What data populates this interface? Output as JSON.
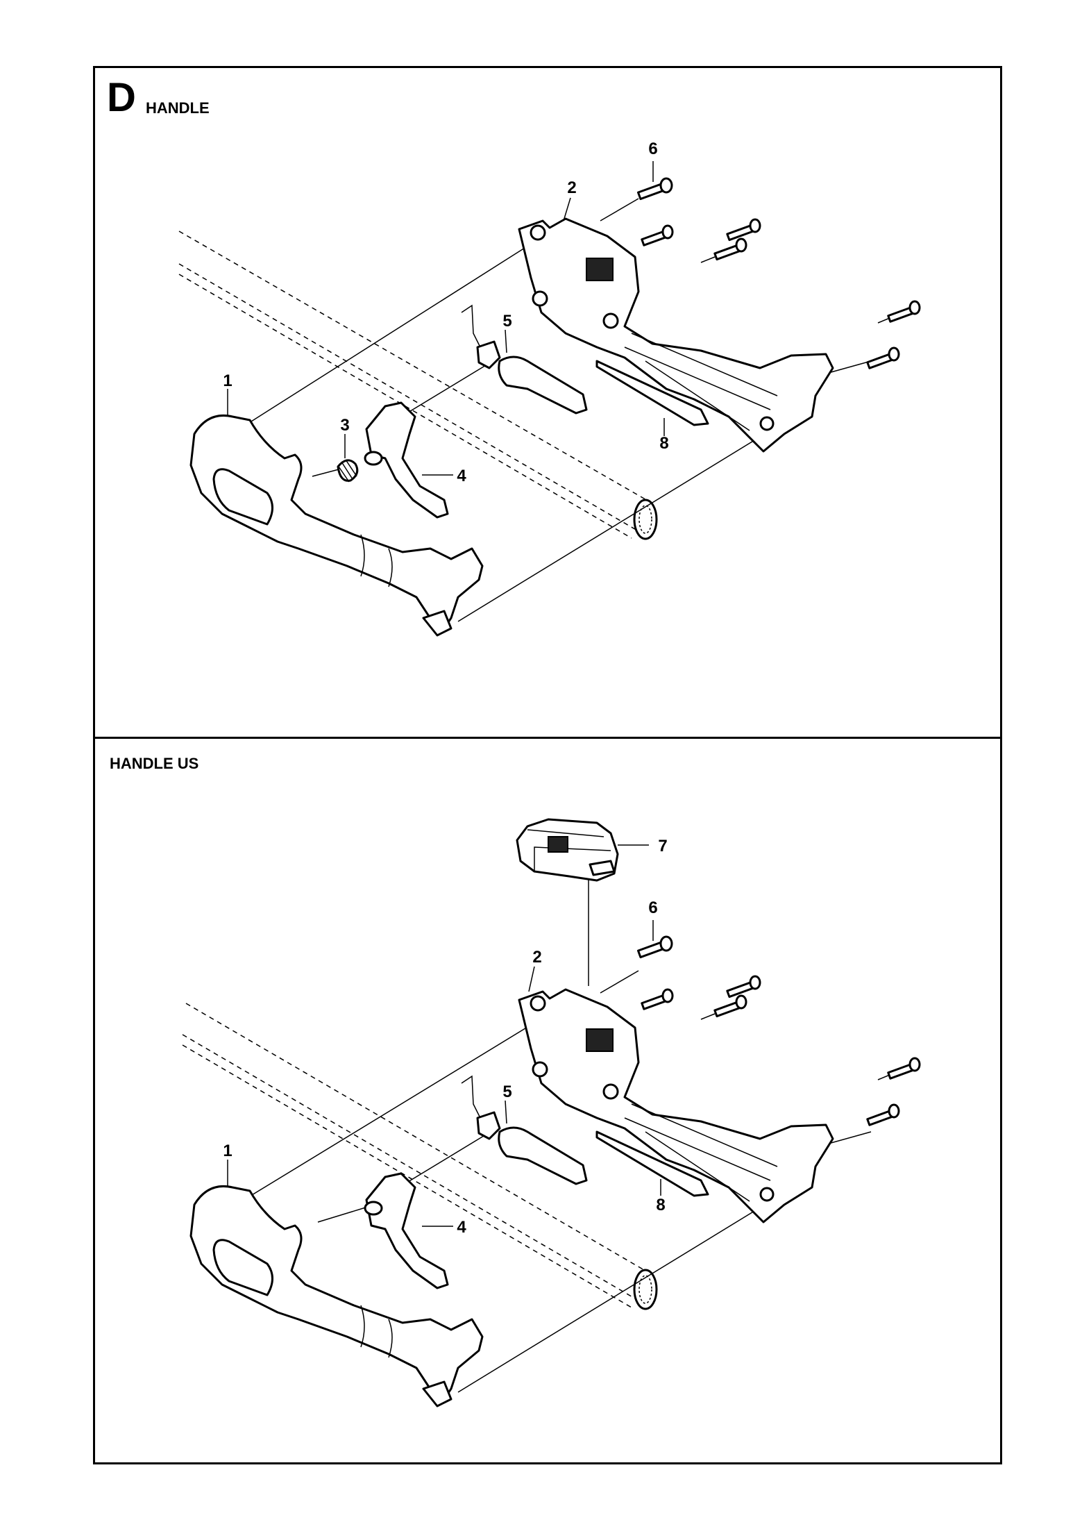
{
  "header": {
    "section_letter": "D",
    "section_title": "HANDLE",
    "second_section_title": "HANDLE US"
  },
  "callouts_top": [
    "6",
    "2",
    "5",
    "1",
    "3",
    "4",
    "8"
  ],
  "callouts_bottom": [
    "7",
    "6",
    "2",
    "5",
    "1",
    "4",
    "8"
  ]
}
